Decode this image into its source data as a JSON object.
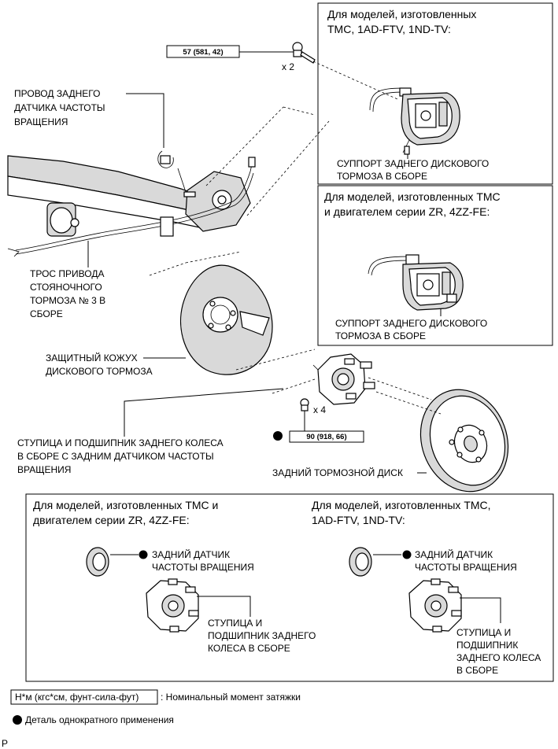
{
  "torque": {
    "caliper_bolt": "57 (581, 42)",
    "hub_bolt": "90 (918, 66)",
    "qty_caliper": "x 2",
    "qty_hub": "x 4"
  },
  "labels": {
    "speed_sensor_wire": [
      "ПРОВОД ЗАДНЕГО",
      "ДАТЧИКА ЧАСТОТЫ",
      "ВРАЩЕНИЯ"
    ],
    "parking_cable": [
      "ТРОС ПРИВОДА",
      "СТОЯНОЧНОГО",
      "ТОРМОЗА № 3 В",
      "СБОРЕ"
    ],
    "dust_cover": [
      "ЗАЩИТНЫЙ КОЖУХ",
      "ДИСКОВОГО ТОРМОЗА"
    ],
    "hub_with_sensor": [
      "СТУПИЦА И ПОДШИПНИК ЗАДНЕГО КОЛЕСА",
      "В СБОРЕ С ЗАДНИМ ДАТЧИКОМ ЧАСТОТЫ",
      "ВРАЩЕНИЯ"
    ],
    "disc": "ЗАДНИЙ ТОРМОЗНОЙ ДИСК"
  },
  "box_top_right": {
    "title": [
      "Для моделей, изготовленных",
      "TMC, 1AD-FTV, 1ND-TV:"
    ],
    "part": [
      "СУППОРТ ЗАДНЕГО ДИСКОВОГО",
      "ТОРМОЗА В СБОРЕ"
    ]
  },
  "box_mid_right": {
    "title": [
      "Для моделей, изготовленных TMC",
      "и двигателем серии ZR, 4ZZ-FE:"
    ],
    "part": [
      "СУППОРТ ЗАДНЕГО ДИСКОВОГО",
      "ТОРМОЗА В СБОРЕ"
    ]
  },
  "box_bottom": {
    "left_title": [
      "Для моделей, изготовленных TMC и",
      "двигателем серии ZR, 4ZZ-FE:"
    ],
    "right_title": [
      "Для моделей, изготовленных TMC,",
      "1AD-FTV, 1ND-TV:"
    ],
    "left_sensor": [
      "ЗАДНИЙ ДАТЧИК",
      "ЧАСТОТЫ ВРАЩЕНИЯ"
    ],
    "left_hub": [
      "СТУПИЦА И",
      "ПОДШИПНИК ЗАДНЕГО",
      "КОЛЕСА В СБОРЕ"
    ],
    "right_sensor": [
      "ЗАДНИЙ ДАТЧИК",
      "ЧАСТОТЫ ВРАЩЕНИЯ"
    ],
    "right_hub": [
      "СТУПИЦА И",
      "ПОДШИПНИК",
      "ЗАДНЕГО КОЛЕСА",
      "В СБОРЕ"
    ]
  },
  "legend": {
    "torque_unit": "Н*м (кгс*см, фунт-сила-фут)",
    "torque_desc": ": Номинальный момент затяжки",
    "non_reusable": "Деталь однократного применения"
  },
  "corner_mark": "P"
}
